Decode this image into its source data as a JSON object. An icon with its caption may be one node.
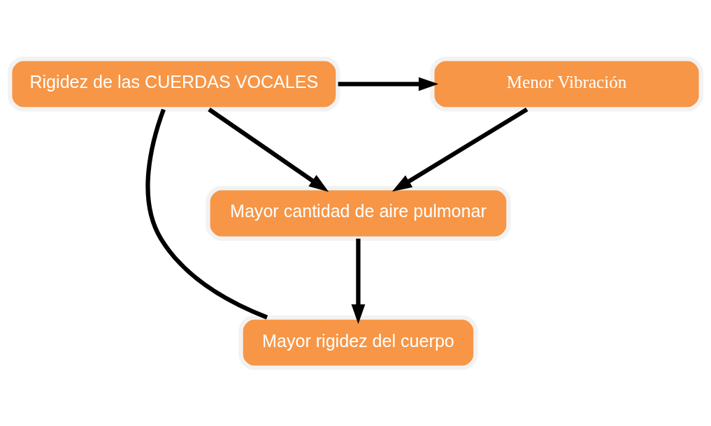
{
  "diagram": {
    "nodes": [
      {
        "text": [
          "Mayor cantidad de aire pulmonar"
        ]
      },
      {
        "text": [
          "Mayor rigidez del cuerpo"
        ]
      },
      {
        "text": [
          "Rigidez de las CUERDAS VOCALES"
        ]
      },
      {
        "text": [
          "Menor Vibración"
        ]
      }
    ],
    "edges": [
      {
        "from": 2,
        "to": 0,
        "arrow": "to"
      },
      {
        "from": 0,
        "to": 1,
        "arrow": "to"
      },
      {
        "from": 1,
        "to": 2,
        "arrow": "none"
      },
      {
        "from": 2,
        "to": 3,
        "arrow": "to"
      },
      {
        "from": 3,
        "to": 0,
        "arrow": "to"
      }
    ]
  }
}
